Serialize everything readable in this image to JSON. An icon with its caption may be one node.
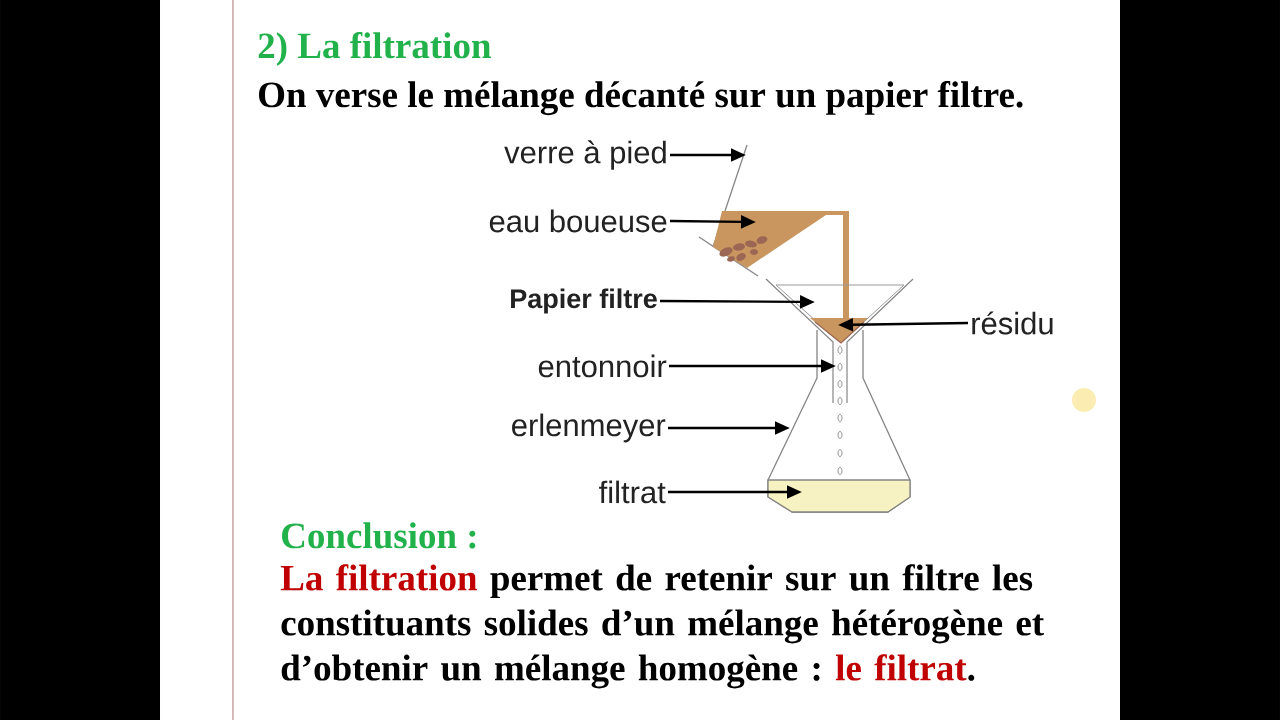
{
  "diagram": {
    "title": "2) La filtration",
    "nodes": [
      {
        "text": [
          "verre à pied"
        ]
      },
      {
        "text": [
          "eau boueuse"
        ]
      },
      {
        "text": [
          "Papier filtre"
        ]
      },
      {
        "text": [
          "résidu"
        ]
      },
      {
        "text": [
          "entonnoir"
        ]
      },
      {
        "text": [
          "erlenmeyer"
        ]
      },
      {
        "text": [
          "filtrat"
        ]
      },
      {
        "text": [],
        "shape": "picture"
      },
      {
        "text": [],
        "shape": "picture"
      },
      {
        "text": [],
        "shape": "picture"
      },
      {
        "text": [],
        "shape": "picture",
        "in": 9
      },
      {
        "text": [],
        "shape": "picture",
        "in": 10
      },
      {
        "text": [],
        "shape": "picture"
      },
      {
        "text": [],
        "shape": "picture",
        "in": 12
      }
    ],
    "edges": [
      {
        "from": 0,
        "to": 7,
        "arrow": "to"
      },
      {
        "from": 1,
        "to": 8,
        "arrow": "to"
      },
      {
        "from": 2,
        "to": 10,
        "arrow": "to"
      },
      {
        "from": 3,
        "to": 11,
        "arrow": "to"
      },
      {
        "from": 4,
        "to": 9,
        "arrow": "to"
      },
      {
        "from": 5,
        "to": 12,
        "arrow": "to"
      },
      {
        "from": 6,
        "to": 13,
        "arrow": "to"
      }
    ],
    "labels": [
      "On verse le mélange décanté sur un papier filtre.",
      "Conclusion :",
      "*La filtration* permet de retenir sur un filtre les constituants solides d’un mélange hétérogène et d’obtenir un mélange homogène : *le filtrat*."
    ]
  }
}
